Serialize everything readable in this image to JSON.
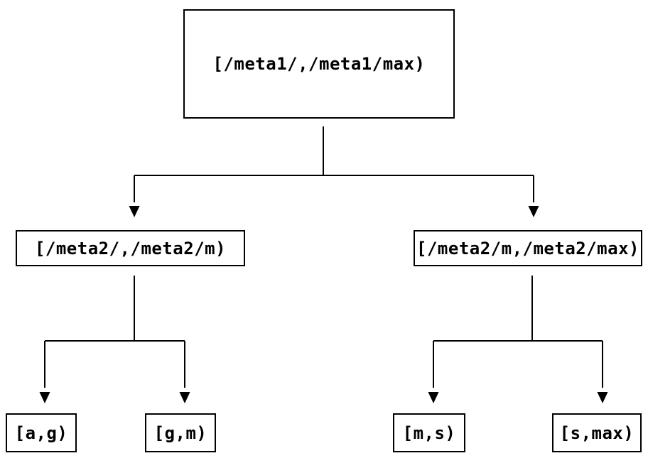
{
  "diagram": {
    "type": "binary-interval-tree",
    "colors": {
      "background": "#ffffff",
      "line": "#000000",
      "box_border": "#000000",
      "text": "#000000"
    },
    "nodes": {
      "root": {
        "label": "[/meta1/,/meta1/max)"
      },
      "mid_left": {
        "label": "[/meta2/,/meta2/m)"
      },
      "mid_right": {
        "label": "[/meta2/m,/meta2/max)"
      },
      "leaf_ag": {
        "label": "[a,g)"
      },
      "leaf_gm": {
        "label": "[g,m)"
      },
      "leaf_ms": {
        "label": "[m,s)"
      },
      "leaf_smax": {
        "label": "[s,max)"
      }
    },
    "edges": [
      {
        "from": "root",
        "to": "mid_left"
      },
      {
        "from": "root",
        "to": "mid_right"
      },
      {
        "from": "mid_left",
        "to": "leaf_ag"
      },
      {
        "from": "mid_left",
        "to": "leaf_gm"
      },
      {
        "from": "mid_right",
        "to": "leaf_ms"
      },
      {
        "from": "mid_right",
        "to": "leaf_smax"
      }
    ]
  }
}
